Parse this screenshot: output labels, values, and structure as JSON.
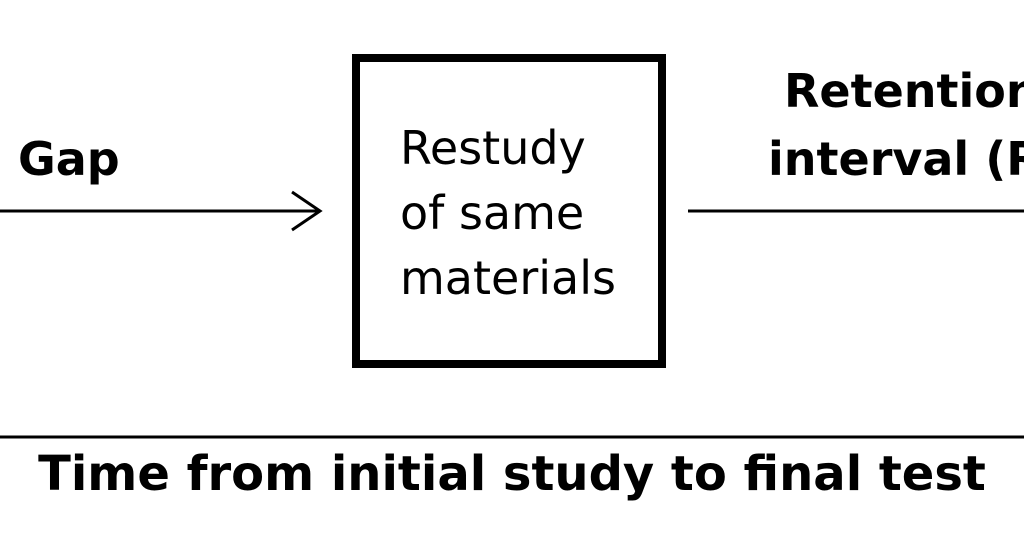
{
  "left_label": "Gap",
  "box": {
    "lines": [
      "Restudy",
      "of same",
      "materials"
    ]
  },
  "right_label": {
    "line1": "Retention",
    "line2": "interval (R"
  },
  "timeline_caption": "Time from initial study to final test"
}
